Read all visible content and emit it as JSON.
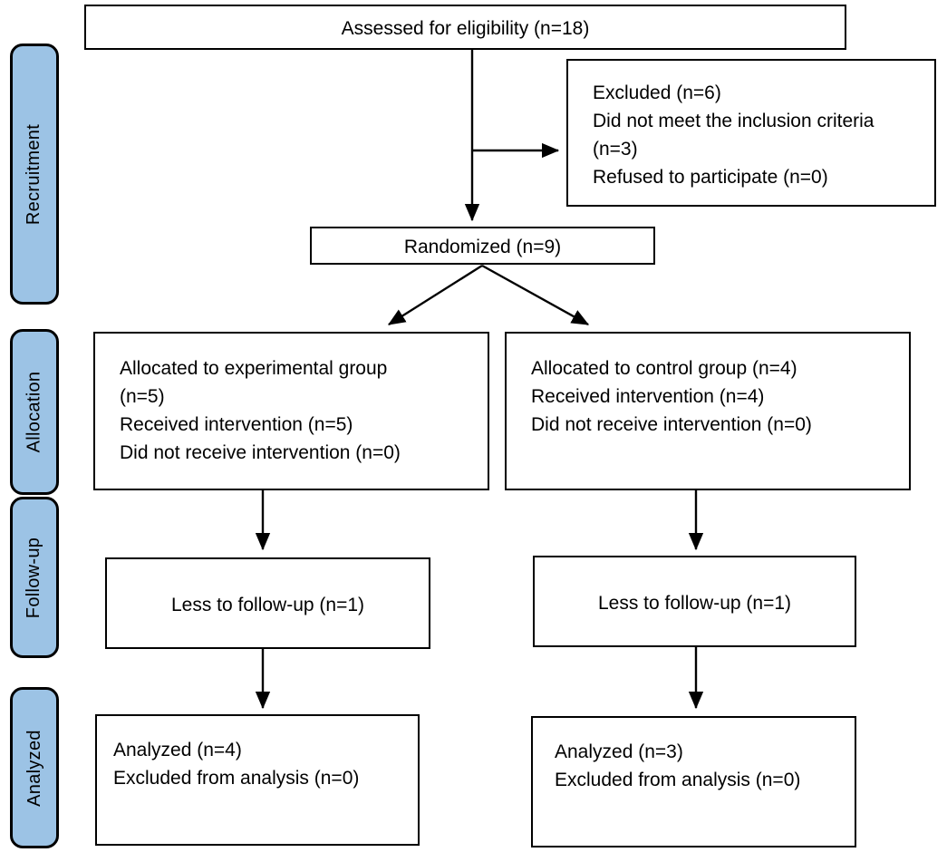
{
  "diagram": {
    "title": "CONSORT participant flow diagram",
    "colors": {
      "stage_pill_fill": "#9CC3E5",
      "stage_pill_border": "#000000",
      "box_border": "#000000",
      "box_fill": "#FFFFFF",
      "text": "#000000"
    }
  },
  "stages": [
    {
      "id": "recruitment",
      "label": "Recruitment"
    },
    {
      "id": "allocation",
      "label": "Allocation"
    },
    {
      "id": "follow-up",
      "label": "Follow-up"
    },
    {
      "id": "analyzed",
      "label": "Analyzed"
    }
  ],
  "boxes": {
    "assessed": {
      "lines": [
        "Assessed for eligibility  (n=18)"
      ]
    },
    "excluded": {
      "lines": [
        "Excluded (n=6)",
        "Did not meet the inclusion criteria",
        "(n=3)",
        "Refused to participate (n=0)"
      ]
    },
    "randomized": {
      "lines": [
        "Randomized (n=9)"
      ]
    },
    "allocated_experimental": {
      "lines": [
        "Allocated to experimental group",
        "(n=5)",
        "Received intervention (n=5)",
        "Did not receive intervention (n=0)"
      ]
    },
    "allocated_control": {
      "lines": [
        "Allocated to control group (n=4)",
        "Received intervention (n=4)",
        "Did not receive intervention (n=0)"
      ]
    },
    "followup_experimental": {
      "lines": [
        "Less to follow-up (n=1)"
      ]
    },
    "followup_control": {
      "lines": [
        "Less to follow-up (n=1)"
      ]
    },
    "analyzed_experimental": {
      "lines": [
        "Analyzed (n=4)",
        "Excluded from analysis (n=0)"
      ]
    },
    "analyzed_control": {
      "lines": [
        "Analyzed (n=3)",
        "Excluded from analysis (n=0)"
      ]
    }
  },
  "flow_data": {
    "type": "flowchart",
    "assessed_for_eligibility": 18,
    "excluded_total": 6,
    "excluded_did_not_meet_inclusion_criteria": 3,
    "excluded_refused_to_participate": 0,
    "randomized": 9,
    "experimental_allocated": 5,
    "experimental_received_intervention": 5,
    "experimental_did_not_receive_intervention": 0,
    "experimental_lost_to_followup": 1,
    "experimental_analyzed": 4,
    "experimental_excluded_from_analysis": 0,
    "control_allocated": 4,
    "control_received_intervention": 4,
    "control_did_not_receive_intervention": 0,
    "control_lost_to_followup": 1,
    "control_analyzed": 3,
    "control_excluded_from_analysis": 0
  }
}
